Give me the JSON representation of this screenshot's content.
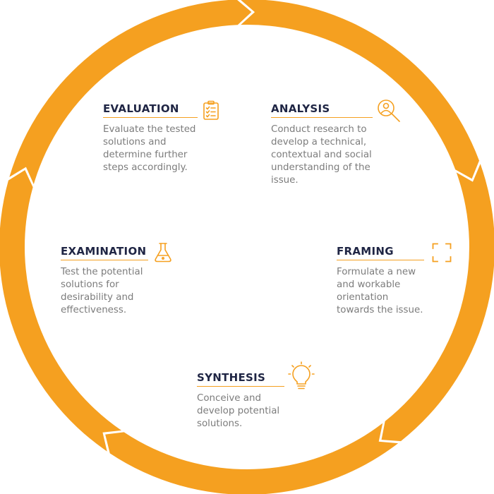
{
  "colors": {
    "accent": "#f5a020",
    "title": "#1f2544",
    "text": "#7c7c7c"
  },
  "steps": [
    {
      "id": "evaluation",
      "title": "EVALUATION",
      "icon": "clipboard-checklist-icon",
      "description": "Evaluate the tested solutions and determine further steps accordingly."
    },
    {
      "id": "analysis",
      "title": "ANALYSIS",
      "icon": "magnifier-person-icon",
      "description": "Conduct research to develop a technical, contextual and social understanding of the issue."
    },
    {
      "id": "examination",
      "title": "EXAMINATION",
      "icon": "flask-icon",
      "description": "Test the potential solutions for desirability and effectiveness."
    },
    {
      "id": "framing",
      "title": "FRAMING",
      "icon": "frame-corners-icon",
      "description": "Formulate a new and workable orientation towards the issue."
    },
    {
      "id": "synthesis",
      "title": "SYNTHESIS",
      "icon": "lightbulb-icon",
      "description": "Conceive and develop potential solutions."
    }
  ]
}
